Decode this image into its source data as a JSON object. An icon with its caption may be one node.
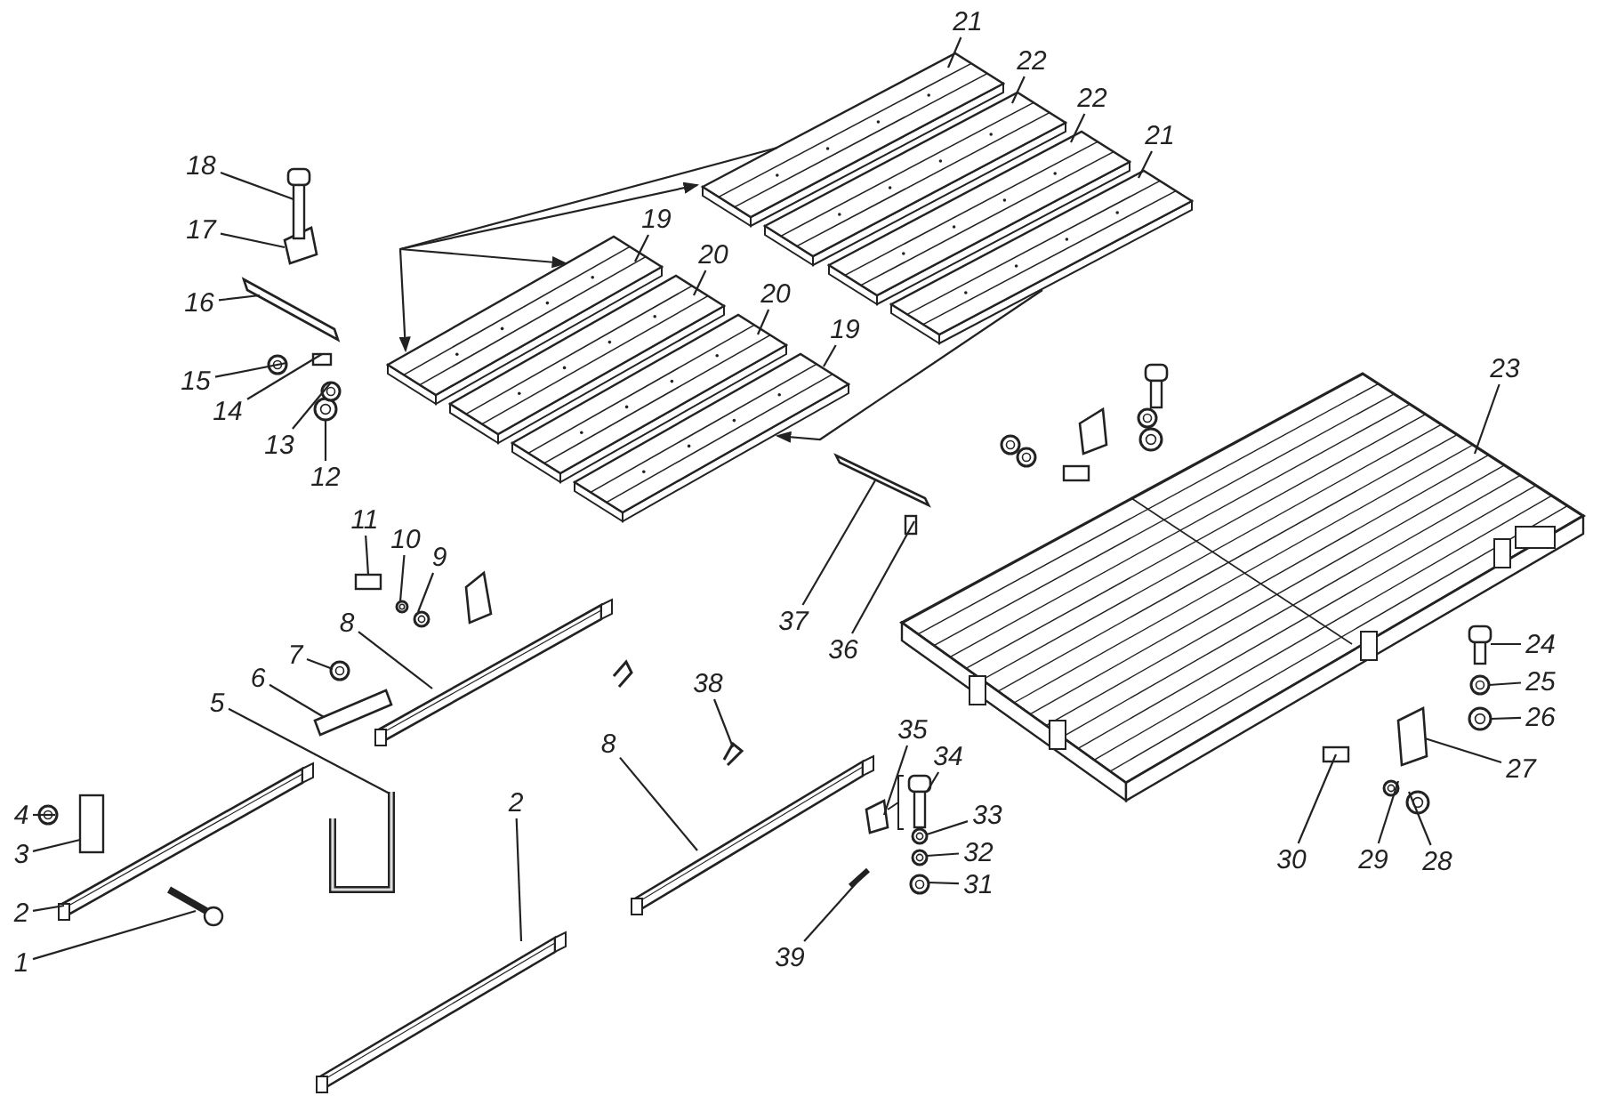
{
  "diagram": {
    "nodes": [
      {
        "text": [
          "1"
        ]
      },
      {
        "text": [
          "2"
        ]
      },
      {
        "text": [
          "2"
        ]
      },
      {
        "text": [
          "3"
        ]
      },
      {
        "text": [
          "4"
        ]
      },
      {
        "text": [
          "5"
        ]
      },
      {
        "text": [
          "6"
        ]
      },
      {
        "text": [
          "7"
        ]
      },
      {
        "text": [
          "8"
        ]
      },
      {
        "text": [
          "8"
        ]
      },
      {
        "text": [
          "9"
        ]
      },
      {
        "text": [
          "10"
        ]
      },
      {
        "text": [
          "11"
        ]
      },
      {
        "text": [
          "12"
        ]
      },
      {
        "text": [
          "13"
        ]
      },
      {
        "text": [
          "14"
        ]
      },
      {
        "text": [
          "15"
        ]
      },
      {
        "text": [
          "16"
        ]
      },
      {
        "text": [
          "17"
        ]
      },
      {
        "text": [
          "18"
        ]
      },
      {
        "text": [
          "19"
        ]
      },
      {
        "text": [
          "20"
        ]
      },
      {
        "text": [
          "20"
        ]
      },
      {
        "text": [
          "19"
        ]
      },
      {
        "text": [
          "21"
        ]
      },
      {
        "text": [
          "22"
        ]
      },
      {
        "text": [
          "22"
        ]
      },
      {
        "text": [
          "21"
        ]
      },
      {
        "text": [
          "23"
        ]
      },
      {
        "text": [
          "24"
        ]
      },
      {
        "text": [
          "25"
        ]
      },
      {
        "text": [
          "26"
        ]
      },
      {
        "text": [
          "27"
        ]
      },
      {
        "text": [
          "28"
        ]
      },
      {
        "text": [
          "29"
        ]
      },
      {
        "text": [
          "30"
        ]
      },
      {
        "text": [
          "31"
        ]
      },
      {
        "text": [
          "32"
        ]
      },
      {
        "text": [
          "33"
        ]
      },
      {
        "text": [
          "34"
        ]
      },
      {
        "text": [
          "35"
        ]
      },
      {
        "text": [
          "36"
        ]
      },
      {
        "text": [
          "37"
        ]
      },
      {
        "text": [
          "38"
        ]
      },
      {
        "text": [
          "39"
        ]
      },
      {
        "text": [],
        "shape": "picture"
      },
      {
        "text": [],
        "shape": "bar"
      },
      {
        "text": [],
        "shape": "bar"
      },
      {
        "text": [],
        "shape": "bar"
      },
      {
        "text": [],
        "shape": "circle"
      },
      {
        "text": [],
        "shape": "picture"
      },
      {
        "text": [],
        "shape": "bar"
      },
      {
        "text": [],
        "shape": "circle"
      },
      {
        "text": [],
        "shape": "bar"
      },
      {
        "text": [],
        "shape": "bar"
      },
      {
        "text": [],
        "shape": "circle"
      },
      {
        "text": [],
        "shape": "circle"
      },
      {
        "text": [],
        "shape": "box"
      },
      {
        "text": [],
        "shape": "circle"
      },
      {
        "text": [],
        "shape": "circle"
      },
      {
        "text": [],
        "shape": "box"
      },
      {
        "text": [],
        "shape": "circle"
      },
      {
        "text": [],
        "shape": "bar"
      },
      {
        "text": [],
        "shape": "picture"
      },
      {
        "text": [],
        "shape": "picture"
      },
      {
        "text": [],
        "shape": "bar"
      },
      {
        "text": [],
        "shape": "bar"
      },
      {
        "text": [],
        "shape": "bar"
      },
      {
        "text": [],
        "shape": "bar"
      },
      {
        "text": [],
        "shape": "bar"
      },
      {
        "text": [],
        "shape": "bar"
      },
      {
        "text": [],
        "shape": "bar"
      },
      {
        "text": [],
        "shape": "bar"
      },
      {
        "text": [],
        "shape": "picture"
      },
      {
        "text": [],
        "shape": "picture"
      },
      {
        "text": [],
        "shape": "circle"
      },
      {
        "text": [],
        "shape": "circle"
      },
      {
        "text": [],
        "shape": "picture"
      },
      {
        "text": [],
        "shape": "circle"
      },
      {
        "text": [],
        "shape": "circle"
      },
      {
        "text": [],
        "shape": "box"
      },
      {
        "text": [],
        "shape": "circle"
      },
      {
        "text": [],
        "shape": "circle"
      },
      {
        "text": [],
        "shape": "circle"
      },
      {
        "text": [],
        "shape": "picture"
      },
      {
        "text": [],
        "shape": "picture"
      },
      {
        "text": [],
        "shape": "box"
      },
      {
        "text": [],
        "shape": "bar"
      },
      {
        "text": [],
        "shape": "picture"
      },
      {
        "text": [],
        "shape": "picture"
      }
    ],
    "edges": [
      {
        "from": 0,
        "to": 45,
        "arrow": "none"
      },
      {
        "from": 1,
        "to": 46,
        "arrow": "none"
      },
      {
        "from": 2,
        "to": 47,
        "arrow": "none"
      },
      {
        "from": 3,
        "to": 48,
        "arrow": "none"
      },
      {
        "from": 4,
        "to": 49,
        "arrow": "none"
      },
      {
        "from": 5,
        "to": 50,
        "arrow": "none"
      },
      {
        "from": 6,
        "to": 51,
        "arrow": "none"
      },
      {
        "from": 7,
        "to": 52,
        "arrow": "none"
      },
      {
        "from": 8,
        "to": 53,
        "arrow": "none"
      },
      {
        "from": 9,
        "to": 54,
        "arrow": "none"
      },
      {
        "from": 10,
        "to": 55,
        "arrow": "none"
      },
      {
        "from": 11,
        "to": 56,
        "arrow": "none"
      },
      {
        "from": 12,
        "to": 57,
        "arrow": "none"
      },
      {
        "from": 13,
        "to": 58,
        "arrow": "none"
      },
      {
        "from": 14,
        "to": 59,
        "arrow": "none"
      },
      {
        "from": 15,
        "to": 60,
        "arrow": "none"
      },
      {
        "from": 16,
        "to": 61,
        "arrow": "none"
      },
      {
        "from": 17,
        "to": 62,
        "arrow": "none"
      },
      {
        "from": 18,
        "to": 63,
        "arrow": "none"
      },
      {
        "from": 19,
        "to": 64,
        "arrow": "none"
      },
      {
        "from": 20,
        "to": 65,
        "arrow": "none"
      },
      {
        "from": 21,
        "to": 66,
        "arrow": "none"
      },
      {
        "from": 22,
        "to": 67,
        "arrow": "none"
      },
      {
        "from": 23,
        "to": 68,
        "arrow": "none"
      },
      {
        "from": 24,
        "to": 69,
        "arrow": "none"
      },
      {
        "from": 25,
        "to": 70,
        "arrow": "none"
      },
      {
        "from": 26,
        "to": 71,
        "arrow": "none"
      },
      {
        "from": 27,
        "to": 72,
        "arrow": "none"
      },
      {
        "from": 28,
        "to": 73,
        "arrow": "none"
      },
      {
        "from": 29,
        "to": 74,
        "arrow": "none"
      },
      {
        "from": 30,
        "to": 75,
        "arrow": "none"
      },
      {
        "from": 31,
        "to": 76,
        "arrow": "none"
      },
      {
        "from": 32,
        "to": 77,
        "arrow": "none"
      },
      {
        "from": 33,
        "to": 78,
        "arrow": "none"
      },
      {
        "from": 34,
        "to": 79,
        "arrow": "none"
      },
      {
        "from": 35,
        "to": 80,
        "arrow": "none"
      },
      {
        "from": 36,
        "to": 81,
        "arrow": "none"
      },
      {
        "from": 37,
        "to": 82,
        "arrow": "none"
      },
      {
        "from": 38,
        "to": 83,
        "arrow": "none"
      },
      {
        "from": 39,
        "to": 84,
        "arrow": "none"
      },
      {
        "from": 40,
        "to": 85,
        "arrow": "none"
      },
      {
        "from": 41,
        "to": 86,
        "arrow": "none"
      },
      {
        "from": 42,
        "to": 87,
        "arrow": "none"
      },
      {
        "from": 43,
        "to": 88,
        "arrow": "none"
      },
      {
        "from": 44,
        "to": 89,
        "arrow": "none"
      },
      {
        "from": 69,
        "to": 65,
        "arrow": "to"
      },
      {
        "from": null,
        "to": 69,
        "arrow": "to"
      },
      {
        "from": null,
        "to": 65,
        "arrow": "to"
      },
      {
        "from": 72,
        "to": 68,
        "arrow": "to"
      }
    ]
  }
}
